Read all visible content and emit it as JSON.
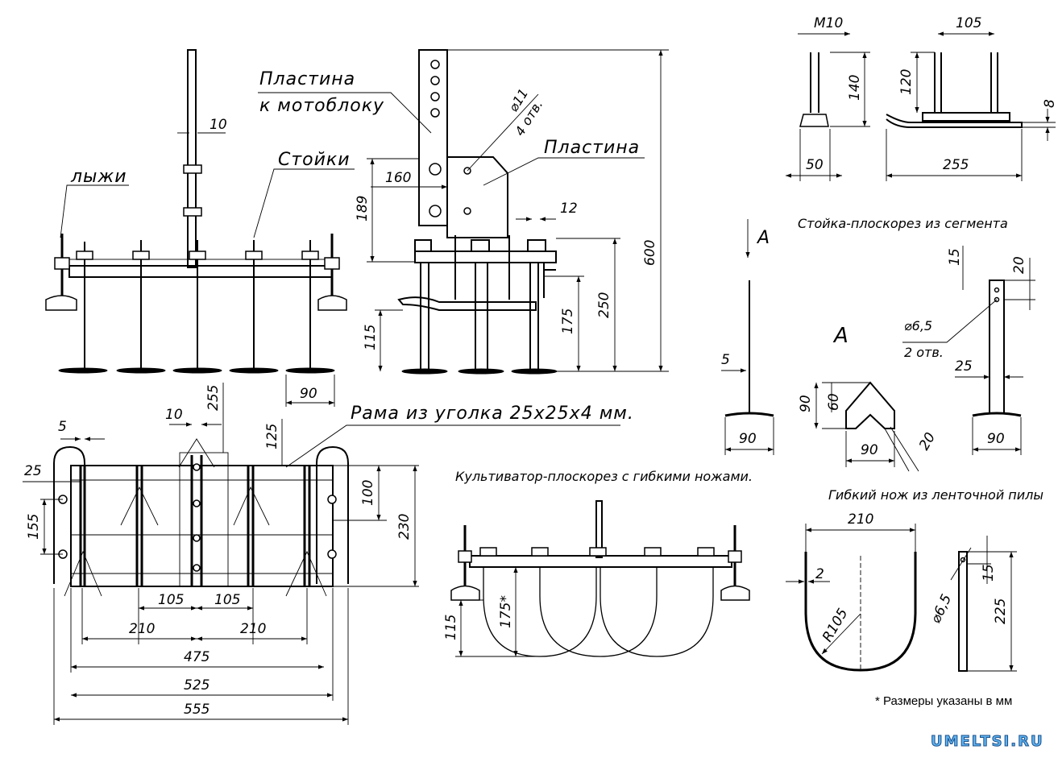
{
  "labels": {
    "plate_to_tiller": [
      "Пластина",
      "к мотоблоку"
    ],
    "stands": "Стойки",
    "skis": "лыжи",
    "plate": "Пластина",
    "hole_dia": "⌀11",
    "hole_count": "4 отв.",
    "frame": "Рама из уголка 25x25x4 мм.",
    "segment_stand_caption": "Стойка-плоскорез из сегмента",
    "view_a_arrow": "A",
    "view_a": "A",
    "stand_hole_dia": "⌀6,5",
    "stand_hole_count": "2 отв.",
    "cultivator_caption": "Культиватор-плоскорез с гибкими ножами.",
    "flex_knife_caption": "Гибкий нож из ленточной пилы",
    "knife_hole_dia": "⌀6,5",
    "radius": "R105"
  },
  "front_view_dims": {
    "plate_width": "10",
    "knife_width": "90"
  },
  "side_view_dims": {
    "d160": "160",
    "d189": "189",
    "d12": "12",
    "d600": "600",
    "d250": "250",
    "d175": "175",
    "d115": "115"
  },
  "bolt_dims": {
    "m10": "M10",
    "d140": "140",
    "d50": "50",
    "d105": "105",
    "d120": "120",
    "d8": "8",
    "d255": "255"
  },
  "stand_dims": {
    "d5": "5",
    "d90": "90",
    "d15": "15",
    "d20": "20",
    "d25": "25",
    "d90b": "90"
  },
  "segment_dims": {
    "d90": "90",
    "d60": "60",
    "d90w": "90",
    "d20": "20"
  },
  "plan_dims": {
    "d5": "5",
    "d10": "10",
    "d255": "255",
    "d125": "125",
    "d25": "25",
    "d155": "155",
    "d100": "100",
    "d230": "230",
    "d105a": "105",
    "d105b": "105",
    "d210a": "210",
    "d210b": "210",
    "d475": "475",
    "d525": "525",
    "d555": "555"
  },
  "cultivator_dims": {
    "d115": "115",
    "d175": "175*"
  },
  "knife_dims": {
    "d210": "210",
    "d2": "2",
    "d15": "15",
    "d225": "225"
  },
  "footnote": "* Размеры указаны в мм",
  "watermark": "UMELTSI.RU"
}
